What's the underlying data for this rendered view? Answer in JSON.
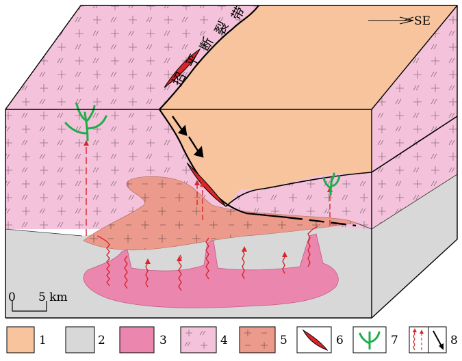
{
  "fault_zone_label": [
    "招",
    "平",
    "断",
    "裂",
    "带"
  ],
  "direction": "SE",
  "scale_bar": {
    "start": "0",
    "end": "5 km"
  },
  "legend": [
    "1",
    "2",
    "3",
    "4",
    "5",
    "6",
    "7",
    "8"
  ],
  "colors": {
    "peach": "#F7C49E",
    "gray": "#D8D8D8",
    "pink_intrusion": "#EB86AE",
    "pink_granite": "#F4C2DA",
    "salmon": "#EB9A8C",
    "red": "#D8252A",
    "green": "#1BAE4A"
  }
}
